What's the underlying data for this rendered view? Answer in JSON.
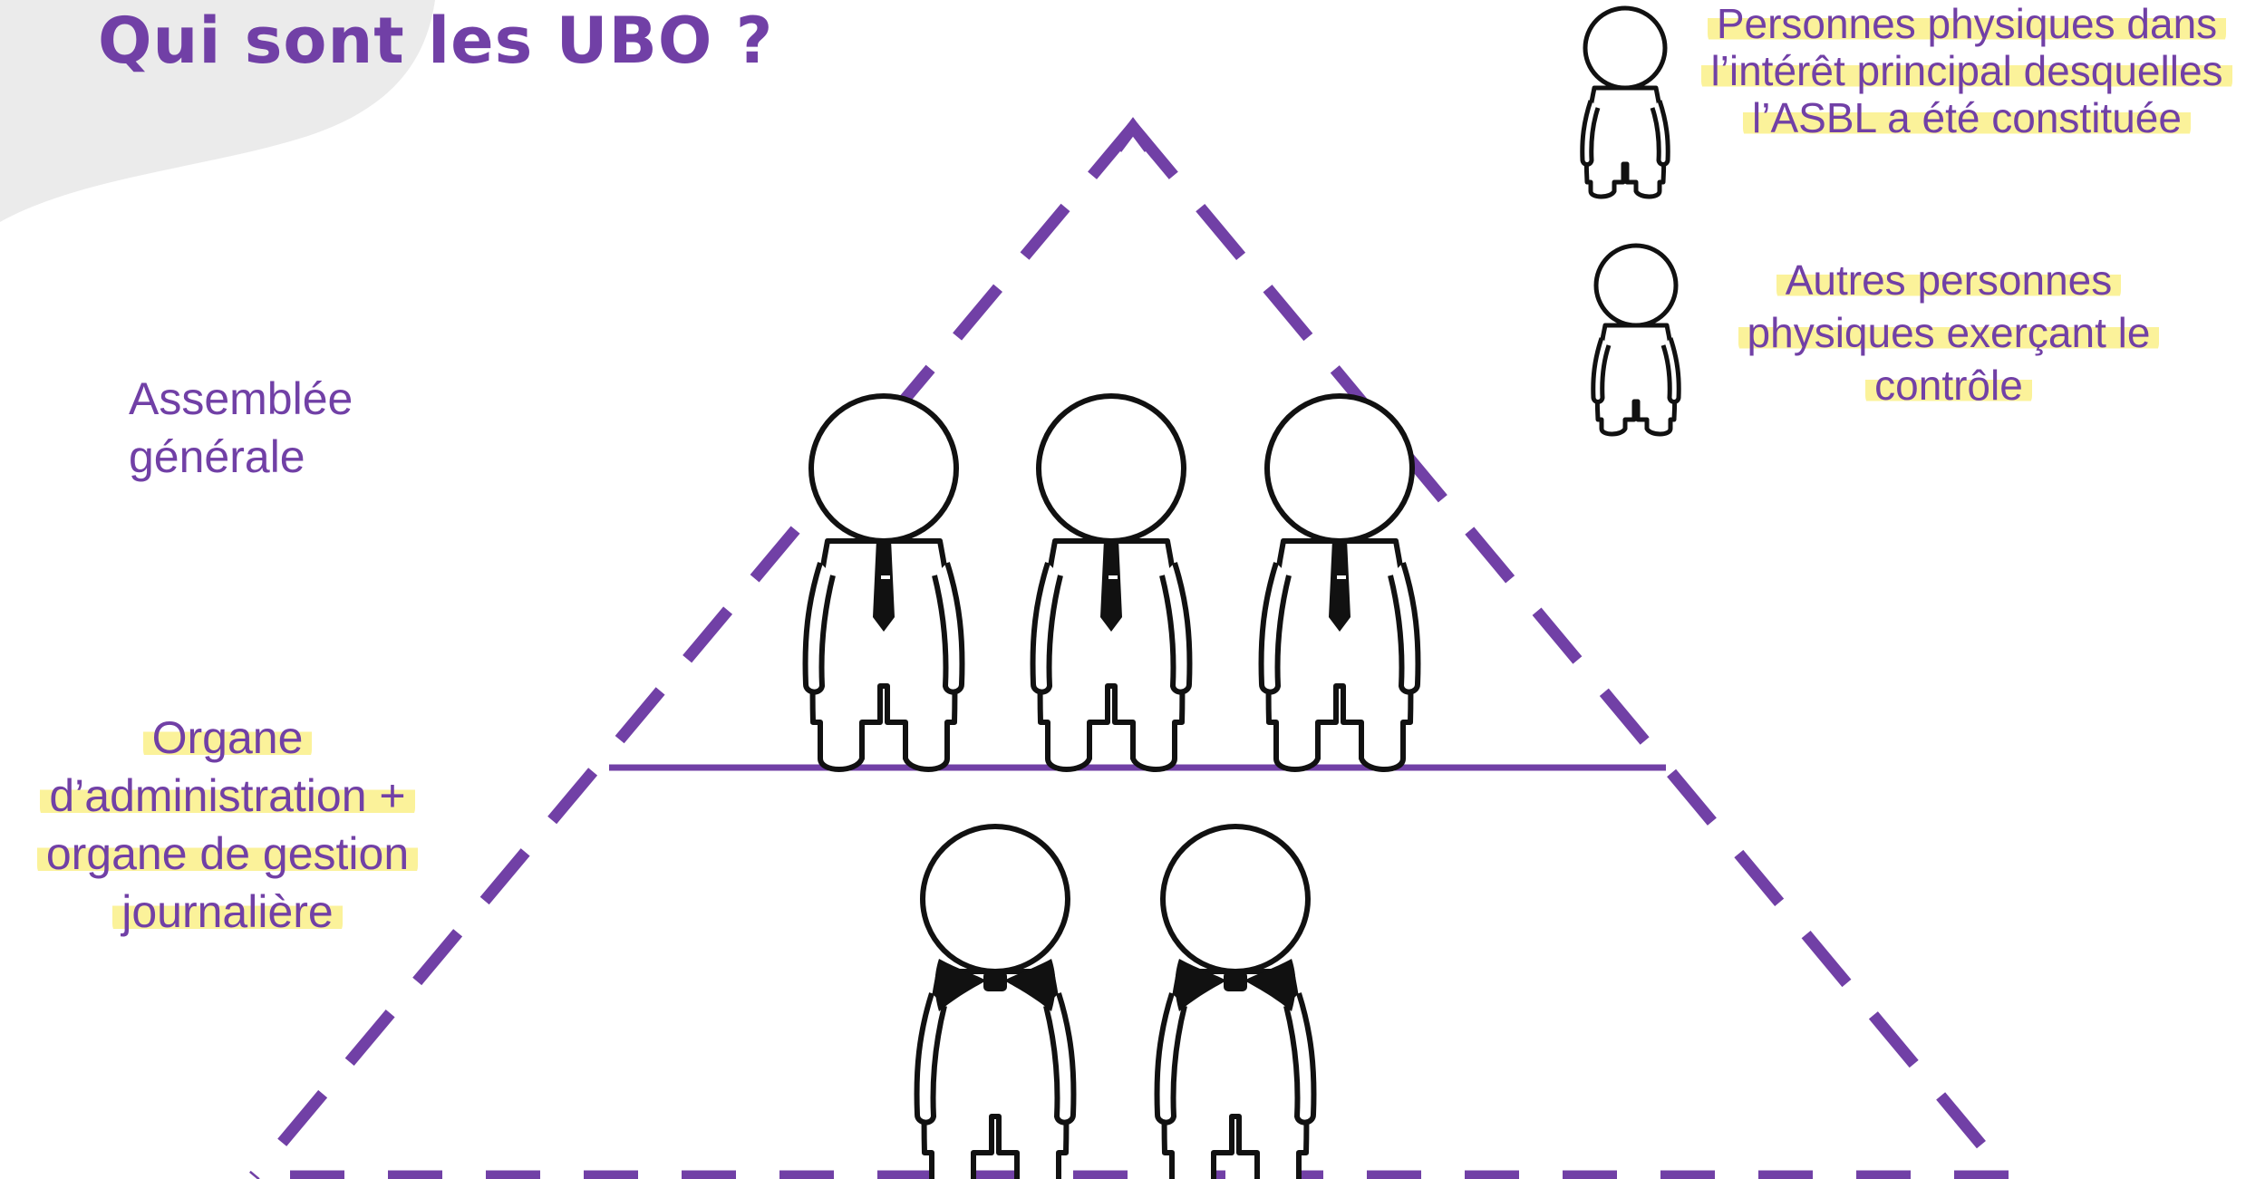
{
  "title": "Qui sont les UBO ?",
  "labels": {
    "assemblee": "Assemblée générale",
    "organe": "Organe d’administration + organe de gestion journalière"
  },
  "legend": [
    {
      "icon": "plain-person-icon",
      "text": "Personnes physiques dans l’intérêt principal desquelles l’ASBL a été constituée"
    },
    {
      "icon": "plain-person-icon",
      "text": "Autres personnes physiques exerçant le contrôle"
    }
  ],
  "colors": {
    "accent": "#7140A6",
    "highlight": "#FAEE78",
    "background_shape": "#EBEBEB",
    "figure_outline": "#111111"
  },
  "figures": {
    "top_tier": [
      "person-with-tie-icon",
      "person-with-tie-icon",
      "person-with-tie-icon"
    ],
    "bottom_tier": [
      "person-with-bowtie-icon",
      "person-with-bowtie-icon"
    ]
  }
}
